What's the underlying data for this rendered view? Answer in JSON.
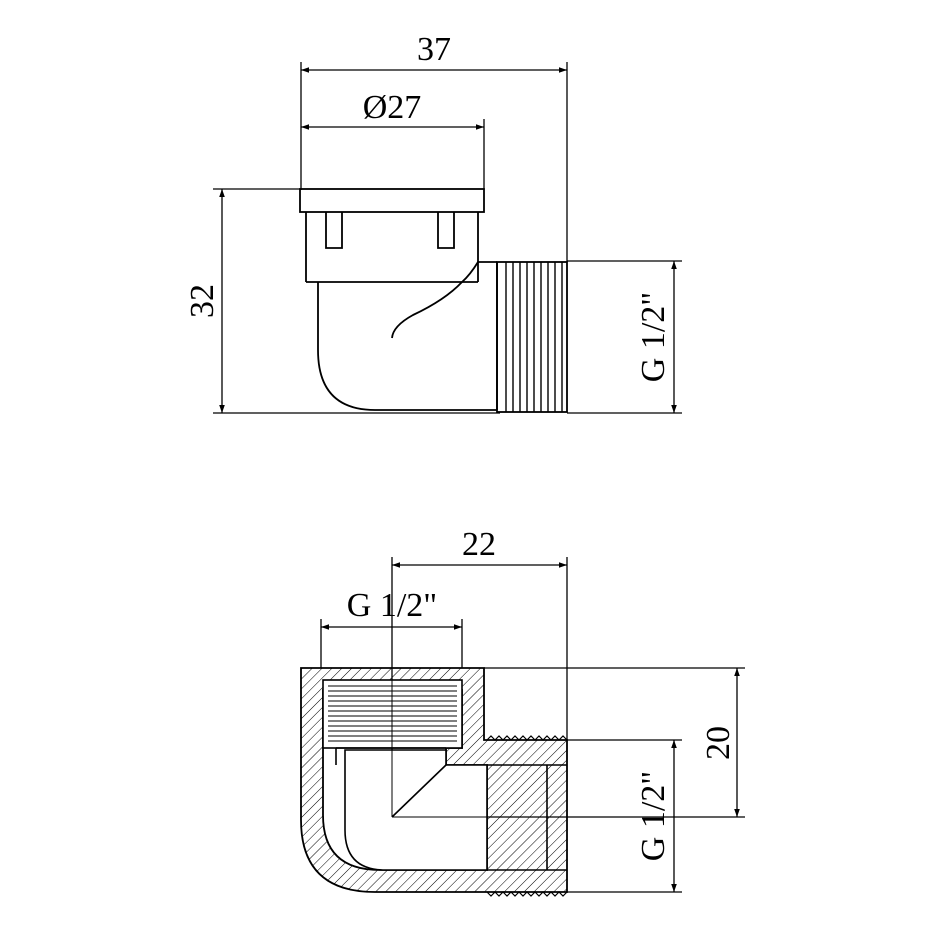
{
  "top_view": {
    "width_total": "37",
    "diameter": "Ø27",
    "height": "32",
    "thread_right": "G 1/2\""
  },
  "section_view": {
    "offset": "22",
    "thread_top": "G 1/2\"",
    "height": "20",
    "thread_right": "G 1/2\""
  },
  "colors": {
    "line": "#000000",
    "background": "#ffffff"
  }
}
